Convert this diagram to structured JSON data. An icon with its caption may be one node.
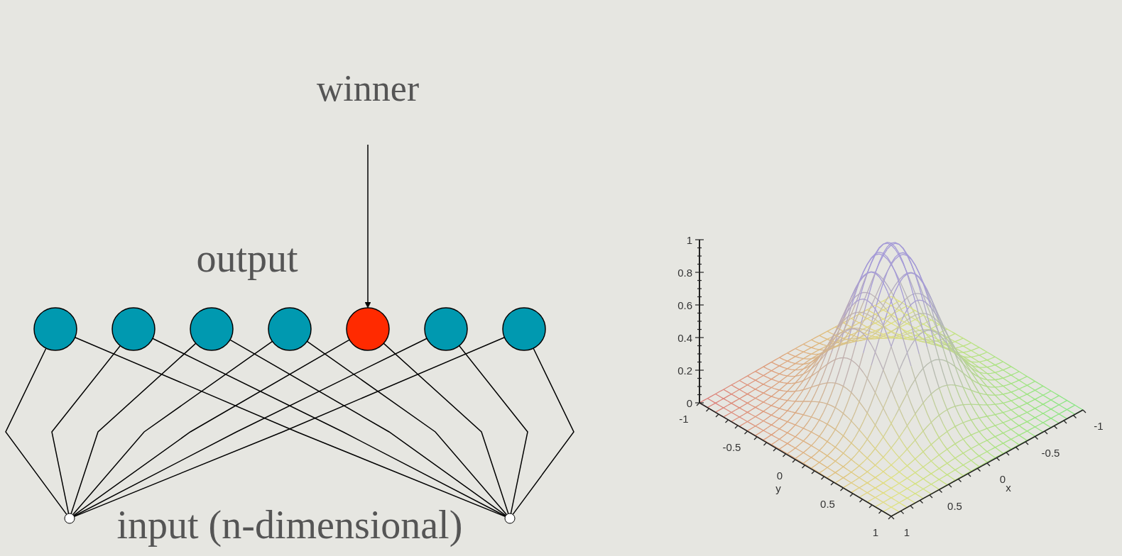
{
  "diagram": {
    "nodes": [
      {
        "text": [
          "winner"
        ]
      },
      {
        "text": [],
        "shape": "circle"
      },
      {
        "text": [],
        "shape": "circle"
      },
      {
        "text": [],
        "shape": "circle"
      },
      {
        "text": [],
        "shape": "circle"
      },
      {
        "text": [],
        "shape": "circle"
      },
      {
        "text": [],
        "shape": "circle"
      },
      {
        "text": [],
        "shape": "circle"
      },
      {
        "text": [],
        "shape": "dot"
      },
      {
        "text": [],
        "shape": "dot"
      }
    ],
    "edges": [
      {
        "from": 0,
        "to": 5,
        "arrow": "to"
      },
      {
        "from": 8,
        "to": 1,
        "arrow": "none"
      },
      {
        "from": 8,
        "to": 2,
        "arrow": "none"
      },
      {
        "from": 8,
        "to": 3,
        "arrow": "none"
      },
      {
        "from": 8,
        "to": 4,
        "arrow": "none"
      },
      {
        "from": 8,
        "to": 5,
        "arrow": "none"
      },
      {
        "from": 8,
        "to": 6,
        "arrow": "none"
      },
      {
        "from": 8,
        "to": 7,
        "arrow": "none"
      },
      {
        "from": 9,
        "to": 1,
        "arrow": "none"
      },
      {
        "from": 9,
        "to": 2,
        "arrow": "none"
      },
      {
        "from": 9,
        "to": 3,
        "arrow": "none"
      },
      {
        "from": 9,
        "to": 4,
        "arrow": "none"
      },
      {
        "from": 9,
        "to": 5,
        "arrow": "none"
      },
      {
        "from": 9,
        "to": 6,
        "arrow": "none"
      },
      {
        "from": 9,
        "to": 7,
        "arrow": "none"
      }
    ],
    "labels": [
      "output",
      "input (n-dimensional)",
      "1",
      "0.8",
      "0.6",
      "0.4",
      "0.2",
      "0",
      "-1",
      "-0.5",
      "0",
      "y",
      "0.5",
      "1",
      "1",
      "0.5",
      "0",
      "x",
      "-0.5",
      "-1"
    ]
  }
}
